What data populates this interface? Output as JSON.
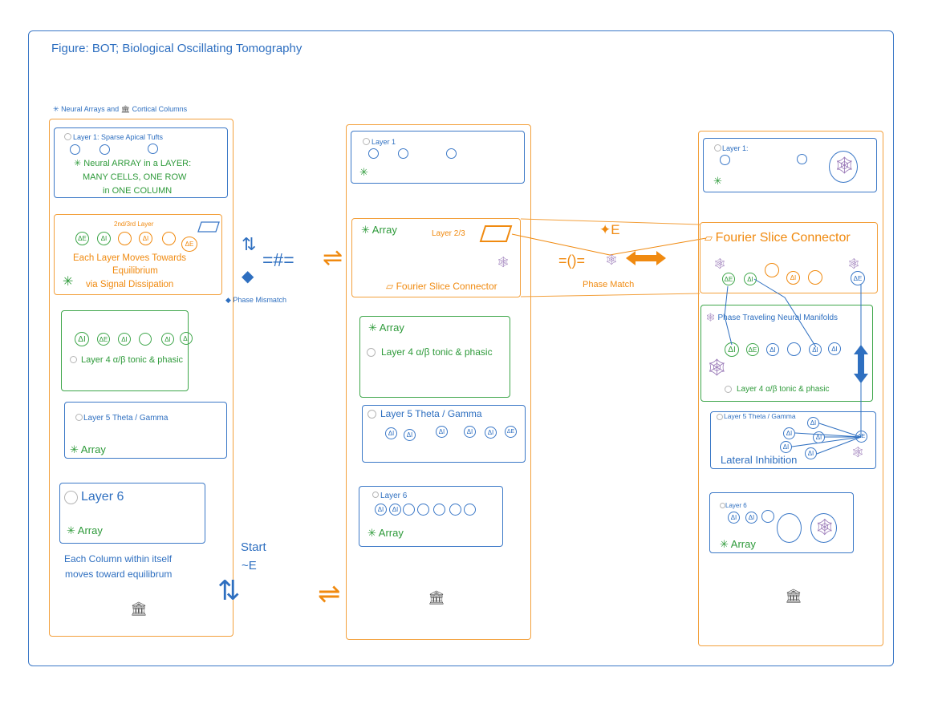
{
  "figure": {
    "title": "Figure: BOT; Biological Oscillating Tomography"
  },
  "legend": {
    "neural_arrays": "Neural Arrays and",
    "cortical_columns": "Cortical Columns"
  },
  "col1": {
    "l1_title": "Layer 1: Sparse Apical Tufts",
    "l1_note1": "Neural ARRAY in a LAYER:",
    "l1_note2": "MANY CELLS, ONE ROW",
    "l1_note3": "in ONE COLUMN",
    "l23_title": "2nd/3rd Layer",
    "l23_c1": "ΔE",
    "l23_c2": "ΔI",
    "l23_c3": "ΔI",
    "l23_c4": "ΔE",
    "l23_note1": "Each Layer Moves Towards",
    "l23_note2": "Equilibrium",
    "l23_note3": "via Signal Dissipation",
    "l4_c1": "ΔI",
    "l4_c2": "ΔE",
    "l4_c3": "ΔI",
    "l4_c4": "ΔI",
    "l4_c5": "ΔI",
    "l4_title": "Layer 4  α/β tonic & phasic",
    "l5_title": "Layer 5 Theta / Gamma",
    "l5_array": "Array",
    "l6_title": "Layer 6",
    "l6_array": "Array",
    "note1": "Each Column within itself",
    "note2": "moves toward equilibrum"
  },
  "mid_left": {
    "swap_symbol": "⇅",
    "mismatch_symbol": "=#=",
    "equilibrium_arrow": "⇌",
    "phase_mismatch": "Phase Mismatch",
    "start1": "Start",
    "start2": "~E",
    "bottom_arrow": "⇌",
    "bottom_swap": "⇅"
  },
  "col2": {
    "l1_title": "Layer 1",
    "l23_array": "Array",
    "l23_title": "Layer 2/3",
    "l23_connector": "Fourier Slice Connector",
    "l4_array": "Array",
    "l4_title": "Layer 4  α/β tonic & phasic",
    "l5_title": "Layer 5 Theta / Gamma",
    "l5_c1": "ΔI",
    "l5_c2": "ΔI",
    "l5_c3": "ΔI",
    "l5_c4": "ΔI",
    "l5_c5": "ΔI",
    "l5_c6": "ΔE",
    "l6_title": "Layer 6",
    "l6_c1": "ΔI",
    "l6_c2": "ΔI",
    "l6_array": "Array"
  },
  "mid_right": {
    "energy": "✦E",
    "match_symbol": "=()=",
    "phase_match": "Phase Match"
  },
  "col3": {
    "l1_title": "Layer 1:",
    "l23_connector": "Fourier Slice Connector",
    "l23_c1": "ΔE",
    "l23_c2": "ΔI",
    "l23_c3": "ΔI",
    "l23_c4": "ΔE",
    "l4_title_top": "Phase Traveling Neural Manifolds",
    "l4_c1": "ΔI",
    "l4_c2": "ΔE",
    "l4_c3": "ΔI",
    "l4_c4": "ΔI",
    "l4_c5": "ΔI",
    "l4_title": "Layer 4  α/β tonic & phasic",
    "l5_title": "Layer 5 Theta / Gamma",
    "l5_c1": "ΔI",
    "l5_c2": "ΔI",
    "l5_c3": "ΔI",
    "l5_c4": "ΔI",
    "l5_c5": "ΔI",
    "l5_c6": "ΔE",
    "l5_lateral": "Lateral Inhibition",
    "l6_title": "Layer 6",
    "l6_c1": "ΔI",
    "l6_c2": "ΔI",
    "l6_array": "Array"
  },
  "colors": {
    "blue": "#2e6fc0",
    "orange": "#f08a10",
    "green": "#2e9a3a",
    "web": "#9a7ab8"
  },
  "icons": [
    "asterisk-icon",
    "building-icon",
    "web-icon",
    "parallelogram-icon",
    "double-arrow-icon",
    "diamond-icon"
  ]
}
